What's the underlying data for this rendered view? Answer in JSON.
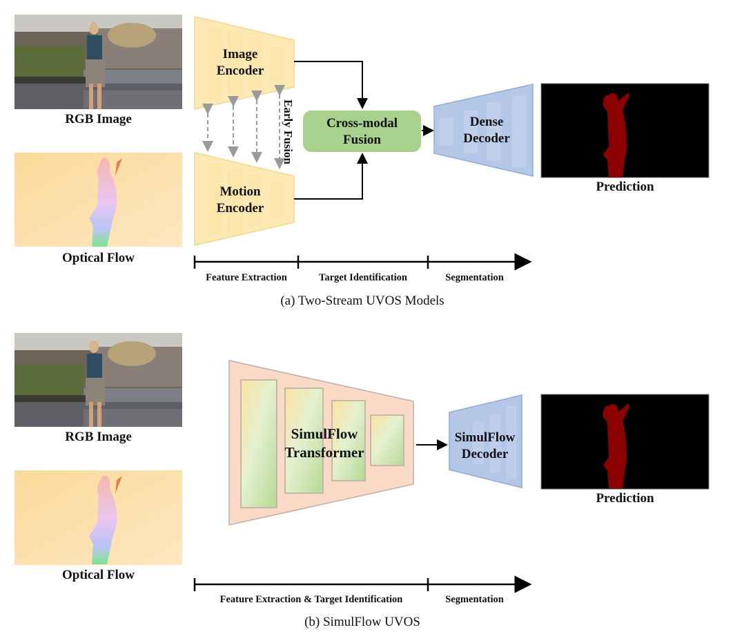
{
  "panel_a": {
    "rgb_label": "RGB Image",
    "flow_label": "Optical Flow",
    "image_encoder": [
      "Image",
      "Encoder"
    ],
    "motion_encoder": [
      "Motion",
      "Encoder"
    ],
    "early_fusion": "Early Fusion",
    "fusion_box": [
      "Cross-modal",
      "Fusion"
    ],
    "decoder": [
      "Dense",
      "Decoder"
    ],
    "prediction_label": "Prediction",
    "stages": [
      "Feature Extraction",
      "Target Identification",
      "Segmentation"
    ],
    "caption": "(a) Two-Stream UVOS Models"
  },
  "panel_b": {
    "rgb_label": "RGB Image",
    "flow_label": "Optical Flow",
    "transformer": [
      "SimulFlow",
      "Transformer"
    ],
    "decoder": [
      "SimulFlow",
      "Decoder"
    ],
    "prediction_label": "Prediction",
    "stages": [
      "Feature Extraction & Target Identification",
      "Segmentation"
    ],
    "caption": "(b) SimulFlow UVOS"
  },
  "colors": {
    "encoder_fill": "#fde9b3",
    "encoder_stroke": "#f3d88c",
    "fusion_fill": "#a9d18e",
    "decoder_fill": "#b4c7e7",
    "decoder_stroke": "#8faadc",
    "transformer_fill": "#fbd9c7",
    "mask_red": "#8b0000"
  }
}
